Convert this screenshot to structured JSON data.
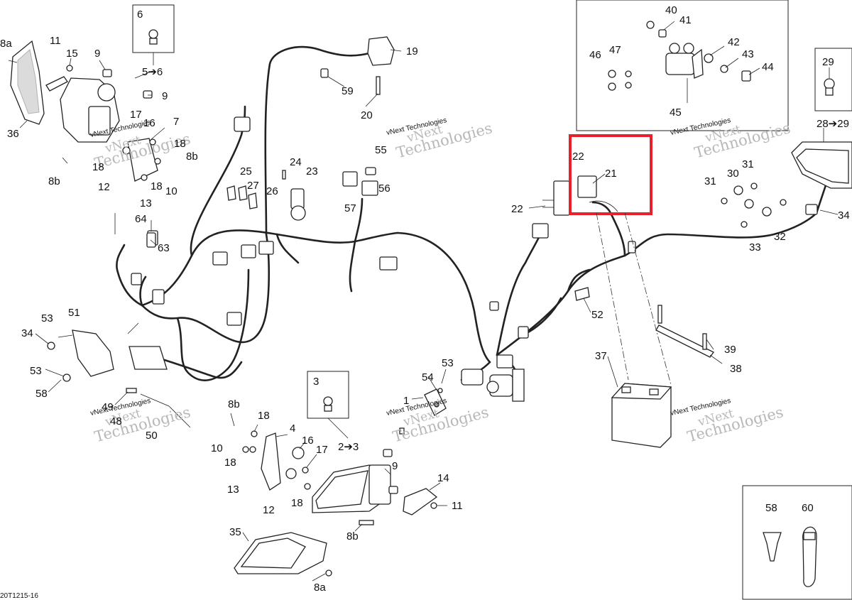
{
  "figure_code": "20T1215-16",
  "watermark": {
    "line1": "vNext",
    "line2": "Technologies",
    "line3": "vNext Technologies"
  },
  "highlight": {
    "color": "#e8202a",
    "target": "21"
  },
  "callouts": {
    "c1": "1",
    "c2to3": "2➔3",
    "c3": "3",
    "c4": "4",
    "c5to6": "5➔6",
    "c6": "6",
    "c7": "7",
    "c8a_top": "8a",
    "c8a_bottom": "8a",
    "c8b_1": "8b",
    "c8b_2": "8b",
    "c8b_3": "8b",
    "c8b_4": "8b",
    "c9_1": "9",
    "c9_2": "9",
    "c9_3": "9",
    "c10_1": "10",
    "c10_2": "10",
    "c11_1": "11",
    "c11_2": "11",
    "c12_1": "12",
    "c12_2": "12",
    "c13_1": "13",
    "c13_2": "13",
    "c14": "14",
    "c15": "15",
    "c16_1": "16",
    "c16_2": "16",
    "c17_1": "17",
    "c17_2": "17",
    "c18_1": "18",
    "c18_2": "18",
    "c18_3": "18",
    "c18_4": "18",
    "c18_5": "18",
    "c18_6": "18",
    "c19": "19",
    "c20": "20",
    "c21": "21",
    "c22_1": "22",
    "c22_2": "22",
    "c23": "23",
    "c24": "24",
    "c25": "25",
    "c26": "26",
    "c27": "27",
    "c28to29": "28➔29",
    "c29": "29",
    "c30": "30",
    "c31_1": "31",
    "c31_2": "31",
    "c32": "32",
    "c33": "33",
    "c34_1": "34",
    "c34_2": "34",
    "c35": "35",
    "c36": "36",
    "c37": "37",
    "c38": "38",
    "c39": "39",
    "c40": "40",
    "c41": "41",
    "c42": "42",
    "c43": "43",
    "c44": "44",
    "c45": "45",
    "c46": "46",
    "c47": "47",
    "c48": "48",
    "c49": "49",
    "c50": "50",
    "c51": "51",
    "c52": "52",
    "c53_1": "53",
    "c53_2": "53",
    "c53_3": "53",
    "c54": "54",
    "c55": "55",
    "c56": "56",
    "c57": "57",
    "c58_1": "58",
    "c58_2": "58",
    "c59": "59",
    "c60": "60",
    "c63": "63",
    "c64": "64"
  }
}
